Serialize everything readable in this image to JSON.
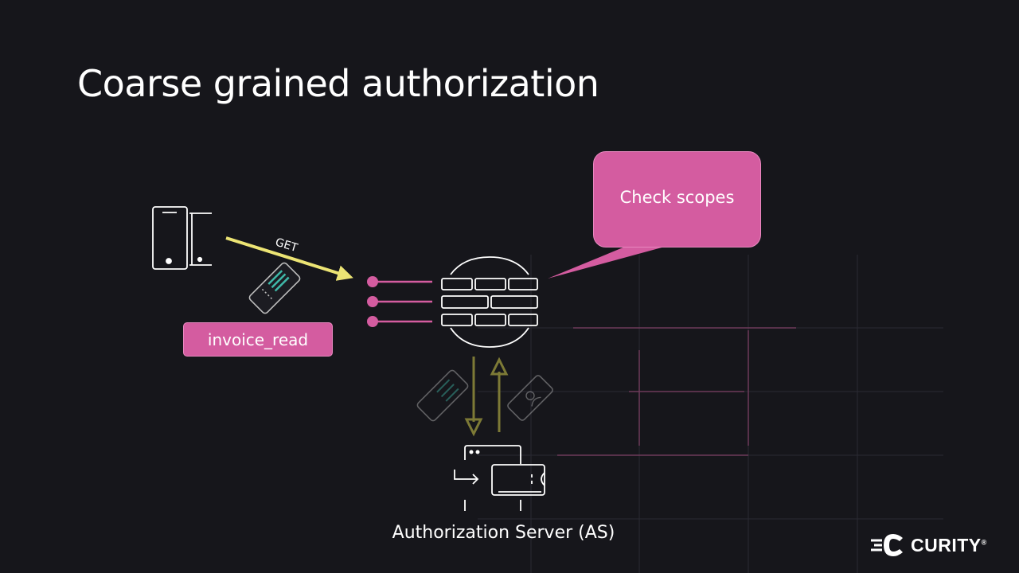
{
  "slide": {
    "title": "Coarse grained authorization"
  },
  "diagram": {
    "request_method": "GET",
    "scope_badge": "invoice_read",
    "callout": "Check scopes",
    "authorization_server_label": "Authorization Server (AS)"
  },
  "branding": {
    "logo_text": "CURITY",
    "registered_mark": "®"
  },
  "colors": {
    "background": "#16161b",
    "accent_pink": "#d45ca0",
    "arrow_yellow": "#ece474",
    "token_teal": "#3fb8a8"
  }
}
